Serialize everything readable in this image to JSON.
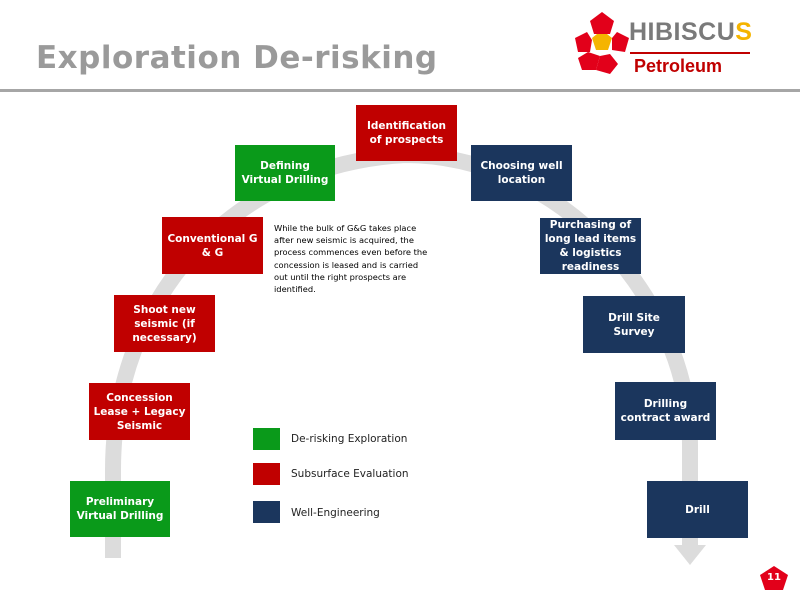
{
  "header": {
    "title": "Exploration De-risking"
  },
  "logo": {
    "line1_main": "Hibiscu",
    "line1_accent": "s",
    "line2": "Petroleum"
  },
  "steps": [
    {
      "label": "Preliminary Virtual Drilling",
      "category": "de-risking"
    },
    {
      "label": "Concession Lease + Legacy Seismic",
      "category": "subsurface"
    },
    {
      "label": "Shoot new seismic (if necessary)",
      "category": "subsurface"
    },
    {
      "label": "Conventional G & G",
      "category": "subsurface"
    },
    {
      "label": "Defining Virtual Drilling",
      "category": "de-risking"
    },
    {
      "label": "Identification of prospects",
      "category": "subsurface"
    },
    {
      "label": "Choosing well location",
      "category": "well-engineering"
    },
    {
      "label": "Purchasing of long lead items & logistics readiness",
      "category": "well-engineering"
    },
    {
      "label": "Drill Site Survey",
      "category": "well-engineering"
    },
    {
      "label": "Drilling contract award",
      "category": "well-engineering"
    },
    {
      "label": "Drill",
      "category": "well-engineering"
    }
  ],
  "note": "While the bulk of G&G takes place after new seismic is acquired, the process commences even before the concession is leased and is carried out until the right prospects are identified.",
  "legend": [
    {
      "label": "De-risking Exploration",
      "color": "#0a9a1a"
    },
    {
      "label": "Subsurface Evaluation",
      "color": "#c00000"
    },
    {
      "label": "Well-Engineering",
      "color": "#1b365d"
    }
  ],
  "colors": {
    "green": "#0a9a1a",
    "red": "#c00000",
    "navy": "#1b365d",
    "arc": "#dcdcdc"
  },
  "page_number": "11"
}
